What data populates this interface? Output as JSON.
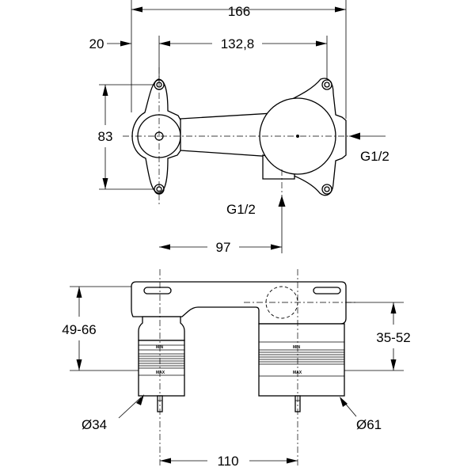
{
  "dimensions": {
    "top_width": "166",
    "left_offset": "20",
    "center_distance_top": "132,8",
    "height_plan": "83",
    "center_distance_inlet": "97",
    "height_left": "49-66",
    "height_right": "35-52",
    "diameter_left": "Ø34",
    "diameter_right": "Ø61",
    "center_distance_bottom": "110"
  },
  "labels": {
    "inlet_side": "G1/2",
    "inlet_bottom": "G1/2",
    "min_mark": "MIN",
    "max_mark": "MAX"
  }
}
